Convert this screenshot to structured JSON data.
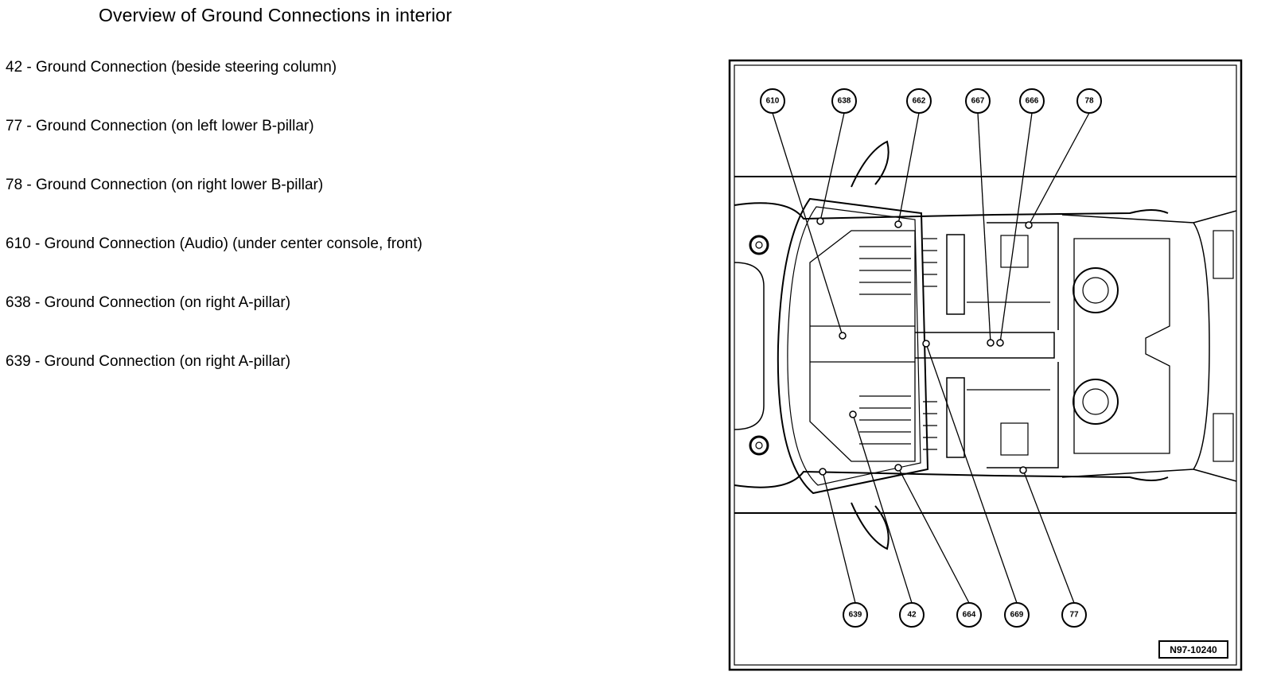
{
  "page_title": "Overview of Ground Connections in interior",
  "legend": [
    {
      "number": "42",
      "text": "- Ground Connection (beside steering column)"
    },
    {
      "number": "77",
      "text": "- Ground Connection (on left lower B-pillar)"
    },
    {
      "number": "78",
      "text": "- Ground Connection (on right lower B-pillar)"
    },
    {
      "number": "610",
      "text": "- Ground Connection (Audio) (under center console, front)"
    },
    {
      "number": "638",
      "text": "- Ground Connection (on right A-pillar)"
    },
    {
      "number": "639",
      "text": "- Ground Connection (on right A-pillar)"
    }
  ],
  "diagram": {
    "figure_ref": "N97-10240",
    "top_callouts": [
      "610",
      "638",
      "662",
      "667",
      "666",
      "78"
    ],
    "bottom_callouts": [
      "639",
      "42",
      "664",
      "669",
      "77"
    ]
  }
}
